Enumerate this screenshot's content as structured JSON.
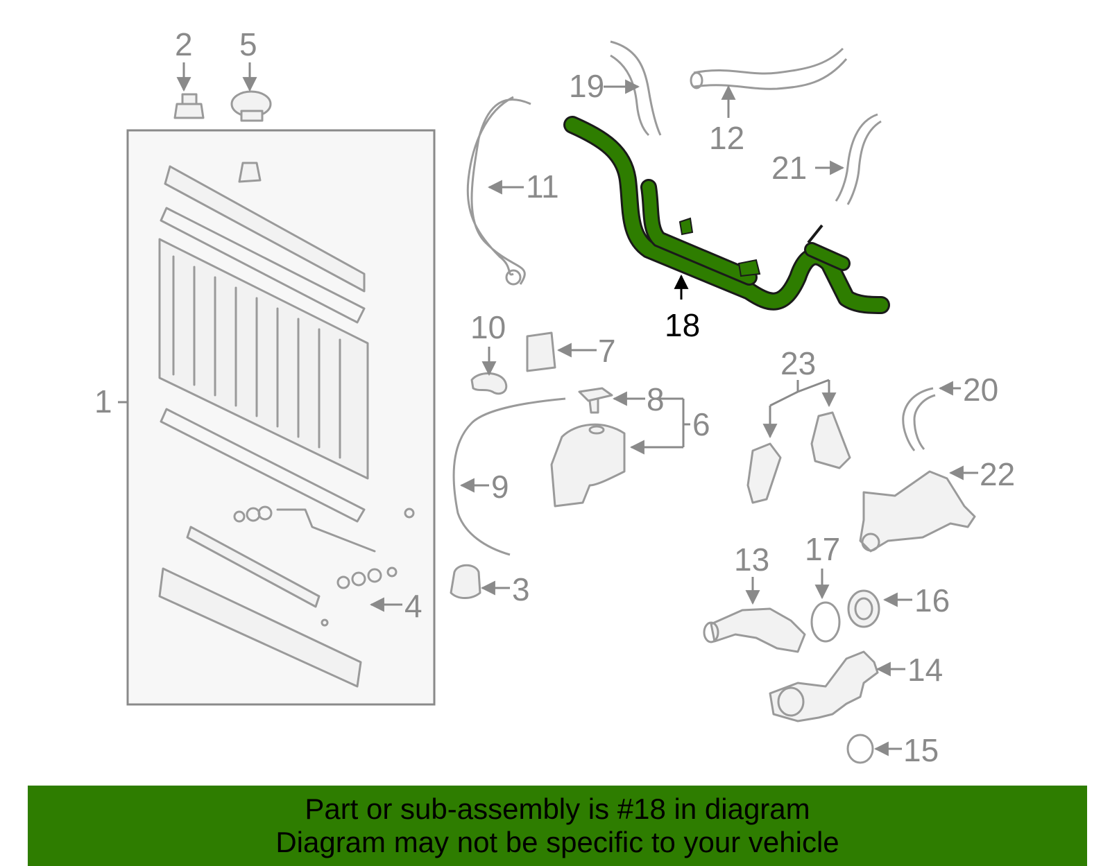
{
  "diagram": {
    "callouts": {
      "c1": "1",
      "c2": "2",
      "c3": "3",
      "c4": "4",
      "c5": "5",
      "c6": "6",
      "c7": "7",
      "c8": "8",
      "c9": "9",
      "c10": "10",
      "c11": "11",
      "c12": "12",
      "c13": "13",
      "c14": "14",
      "c15": "15",
      "c16": "16",
      "c17": "17",
      "c18": "18",
      "c19": "19",
      "c20": "20",
      "c21": "21",
      "c22": "22",
      "c23": "23"
    },
    "highlighted_part": "18",
    "colors": {
      "highlight": "#2e7d00",
      "line": "#9a9a9a",
      "label": "#8a8a8a"
    }
  },
  "banner": {
    "line1": "Part or sub-assembly is #18 in diagram",
    "line2": "Diagram may not be specific to your vehicle"
  }
}
